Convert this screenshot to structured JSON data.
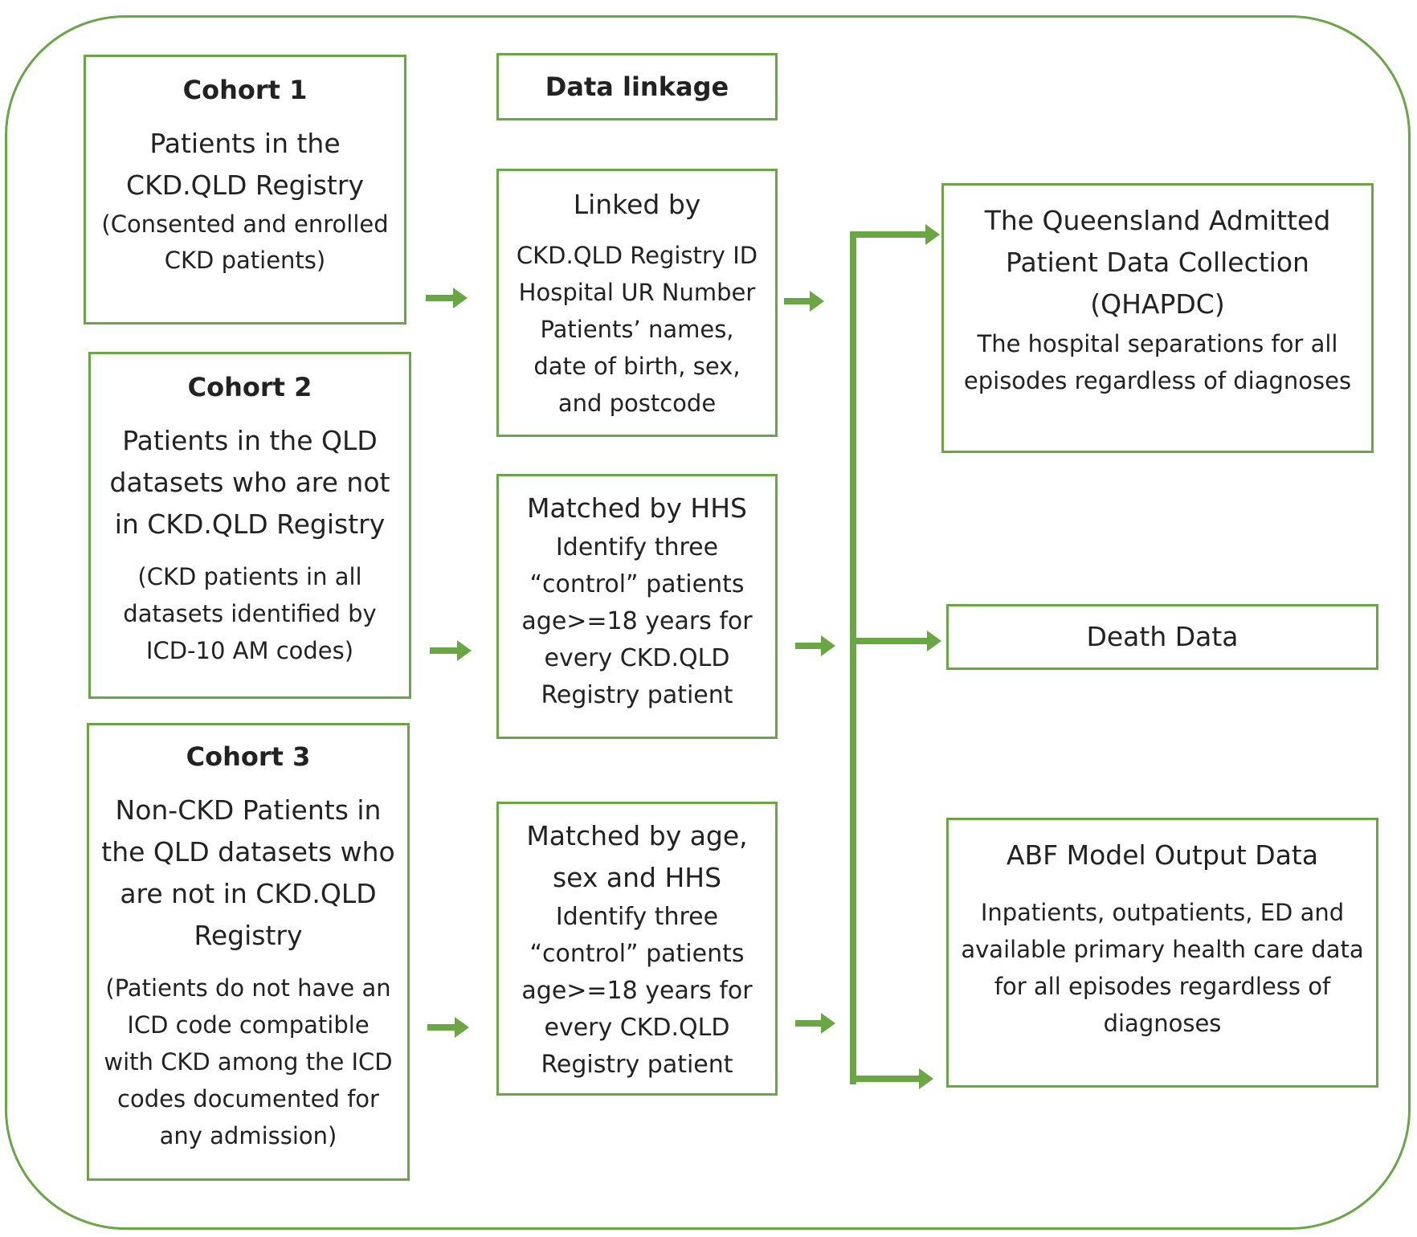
{
  "colors": {
    "accent": "#6aa644",
    "text": "#222222"
  },
  "cohort1": {
    "title": "Cohort 1",
    "body": "Patients in the\nCKD.QLD Registry",
    "note": "(Consented and enrolled\nCKD patients)"
  },
  "cohort2": {
    "title": "Cohort 2",
    "body": "Patients in the QLD\ndatasets who are not\nin CKD.QLD Registry",
    "note": "(CKD patients in all\ndatasets identified by\nICD-10 AM codes)"
  },
  "cohort3": {
    "title": "Cohort 3",
    "body": "Non-CKD Patients in\nthe QLD datasets who\nare not in CKD.QLD\nRegistry",
    "note": "(Patients do not have an\nICD code compatible\nwith CKD among the ICD\ncodes documented for\nany admission)"
  },
  "linkage": {
    "header": "Data linkage",
    "linked_title": "Linked by",
    "linked_body": "CKD.QLD Registry ID\nHospital UR Number\nPatients’ names,\ndate of birth, sex,\nand postcode",
    "match2_title": "Matched by HHS",
    "match2_body": "Identify three\n“control” patients\nage>=18 years for\nevery CKD.QLD\nRegistry patient",
    "match3_title": "Matched by age,\nsex and HHS",
    "match3_body": "Identify three\n“control” patients\nage>=18 years for\nevery CKD.QLD\nRegistry patient"
  },
  "outputs": {
    "qhapdc_title": "The Queensland Admitted\nPatient Data Collection\n(QHAPDC)",
    "qhapdc_body": "The hospital separations for all\nepisodes regardless of diagnoses",
    "death": "Death Data",
    "abf_title": "ABF Model Output Data",
    "abf_body": "Inpatients, outpatients, ED and\navailable primary health care data\nfor all episodes regardless of\ndiagnoses"
  }
}
